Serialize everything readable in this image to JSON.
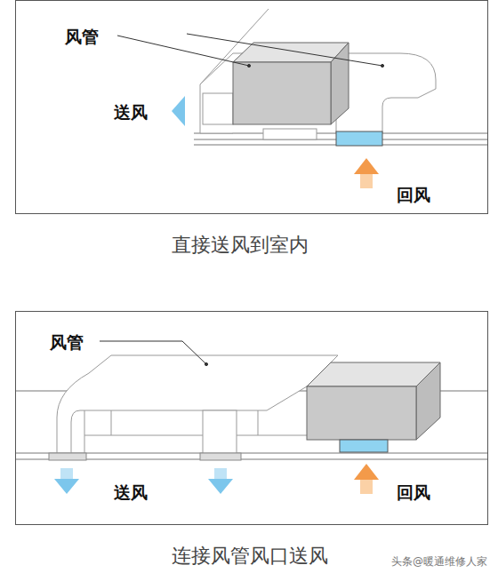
{
  "diagram": {
    "nodes": [
      {
        "text": [
          "风管",
          "送风",
          "回风",
          "直接送风到室内"
        ]
      },
      {
        "text": [
          "风管",
          "送风",
          "回风",
          "连接风管风口送风"
        ]
      }
    ],
    "labels": [
      "头条@暖通维修人家"
    ]
  }
}
